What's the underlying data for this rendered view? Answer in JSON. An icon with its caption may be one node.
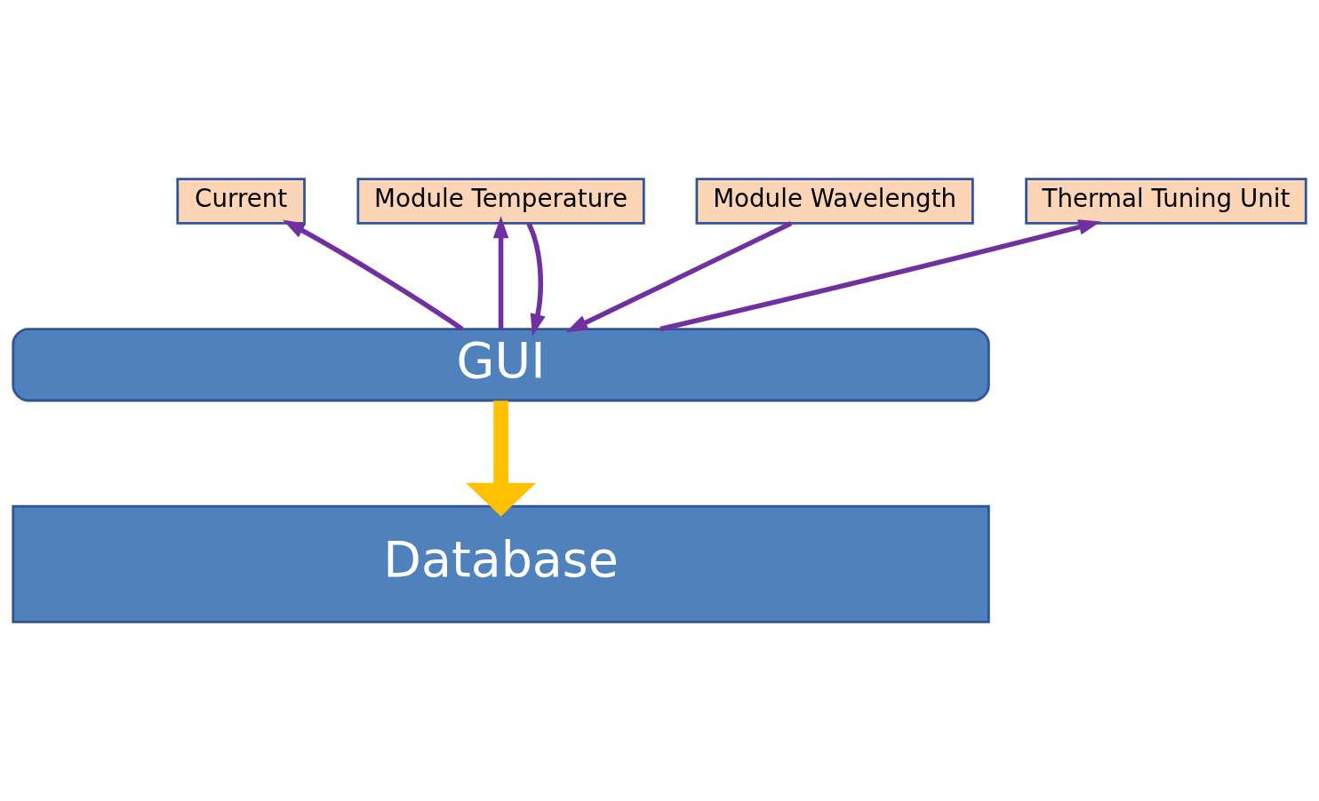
{
  "diagram": {
    "nodes": [
      {
        "text": [
          "Current"
        ]
      },
      {
        "text": [
          "Module Temperature"
        ]
      },
      {
        "text": [
          "Module Wavelength"
        ]
      },
      {
        "text": [
          "Thermal Tuning Unit"
        ]
      },
      {
        "text": [
          "GUI"
        ]
      },
      {
        "text": [
          "Database"
        ]
      }
    ],
    "edges": [
      {
        "from": 4,
        "to": 0,
        "arrow": "to"
      },
      {
        "from": 4,
        "to": 1,
        "arrow": "to"
      },
      {
        "from": 1,
        "to": 4,
        "arrow": "to"
      },
      {
        "from": 2,
        "to": 4,
        "arrow": "to"
      },
      {
        "from": 4,
        "to": 3,
        "arrow": "to"
      },
      {
        "from": 4,
        "to": 5,
        "arrow": "to",
        "style": "thick",
        "color": "#ffc000"
      }
    ]
  }
}
